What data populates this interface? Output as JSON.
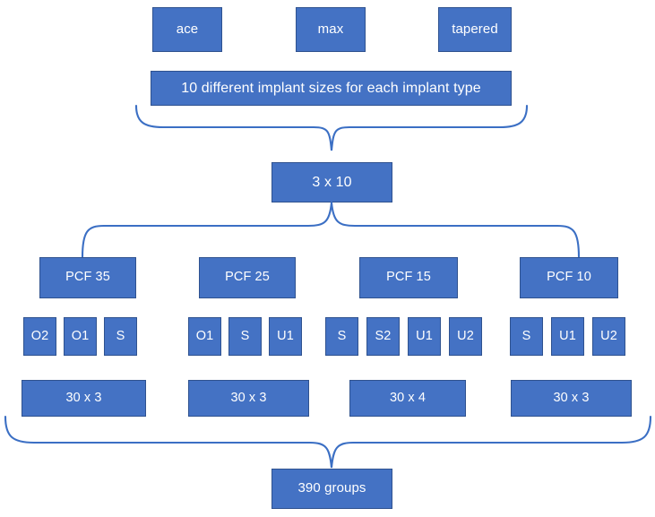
{
  "diagram": {
    "title": "Implant study group derivation flowchart",
    "colors": {
      "node_fill": "#4472C4",
      "node_border": "#2F528F",
      "node_text": "#FFFFFF",
      "connector": "#3B6FC4",
      "background": "#FFFFFF"
    },
    "implant_types": [
      {
        "label": "ace"
      },
      {
        "label": "max"
      },
      {
        "label": "tapered"
      }
    ],
    "sizes_note": {
      "label": "10 different implant sizes for each implant type"
    },
    "multiplier": {
      "label": "3 x 10"
    },
    "pcf_groups": [
      {
        "label": "PCF 35",
        "items": [
          {
            "label": "O2"
          },
          {
            "label": "O1"
          },
          {
            "label": "S"
          }
        ],
        "count": {
          "label": "30 x 3"
        }
      },
      {
        "label": "PCF 25",
        "items": [
          {
            "label": "O1"
          },
          {
            "label": "S"
          },
          {
            "label": "U1"
          }
        ],
        "count": {
          "label": "30 x 3"
        }
      },
      {
        "label": "PCF 15",
        "items": [
          {
            "label": "S"
          },
          {
            "label": "S2"
          },
          {
            "label": "U1"
          },
          {
            "label": "U2"
          }
        ],
        "count": {
          "label": "30 x 4"
        }
      },
      {
        "label": "PCF 10",
        "items": [
          {
            "label": "S"
          },
          {
            "label": "U1"
          },
          {
            "label": "U2"
          }
        ],
        "count": {
          "label": "30 x 3"
        }
      }
    ],
    "total": {
      "label": "390 groups"
    }
  }
}
